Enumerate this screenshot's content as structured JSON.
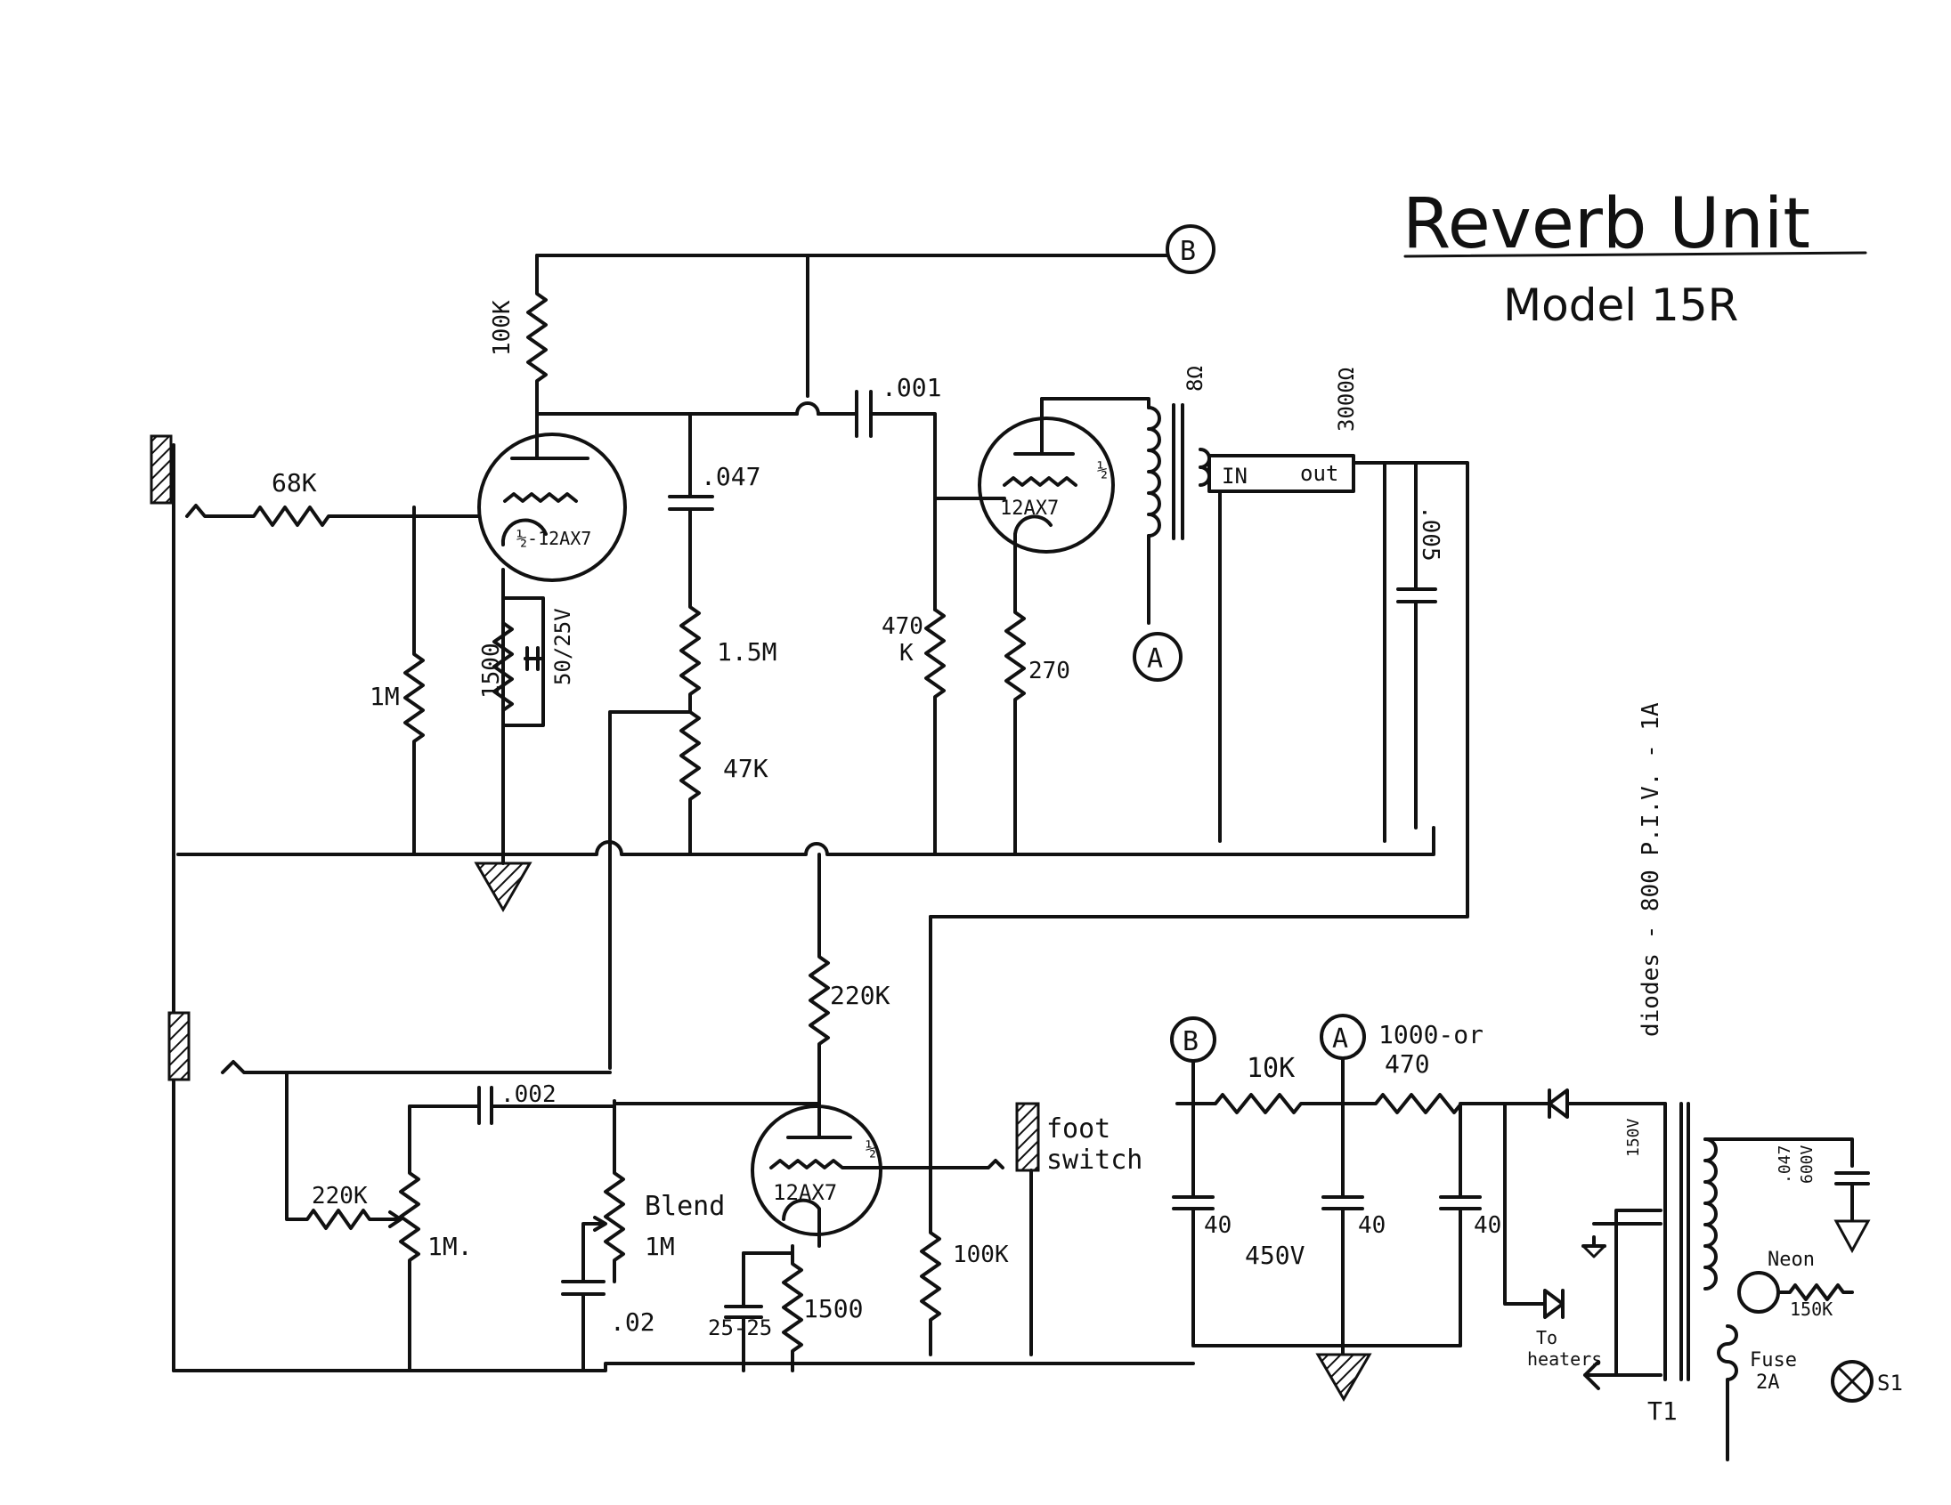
{
  "title": "Reverb Unit",
  "model": "Model 15R",
  "nodes": {
    "b": "B",
    "a": "A"
  },
  "tubes": {
    "v1": "½-12AX7",
    "v2": "12AX7",
    "v2_half": "½",
    "v3": "12AX7",
    "v3_half": "½"
  },
  "components": {
    "r_100k_plate": "100K",
    "r_68k": "68K",
    "r_1m_grid": "1M",
    "r_1500_cathode": "1500",
    "c_cathode": "50/25V",
    "c_047": ".047",
    "r_1_5m": "1.5M",
    "r_47k": "47K",
    "c_001": ".001",
    "r_470k_a": "470",
    "r_470k_b": "K",
    "r_270": "270",
    "xfmr_8ohm": "8Ω",
    "tank_in": "IN",
    "tank_out": "out",
    "tank_3000": "3000Ω",
    "c_005": ".005",
    "r_220k_plate": "220K",
    "c_002": ".002",
    "r_220k_in": "220K",
    "r_1m_in": "1M.",
    "blend": "Blend",
    "blend_value": "1M",
    "c_02": ".02",
    "c_25": "25-25",
    "r_1500_v3": "1500",
    "r_100k_v3": "100K",
    "foot_switch_1": "foot",
    "foot_switch_2": "switch",
    "r_10k": "10K",
    "r_1000": "1000-or",
    "r_470": "470",
    "c_40a": "40",
    "c_40b": "40",
    "c_40c": "40",
    "v_450": "450V",
    "diodes": "diodes - 800 P.I.V. - 1A",
    "v_150": "150V",
    "c_047v": ".047",
    "c_600v": "600V",
    "neon": "Neon",
    "r_150k": "150K",
    "to_heaters_1": "To",
    "to_heaters_2": "heaters",
    "fuse_1": "Fuse",
    "fuse_2": "2A",
    "t1": "T1",
    "s1": "S1"
  }
}
